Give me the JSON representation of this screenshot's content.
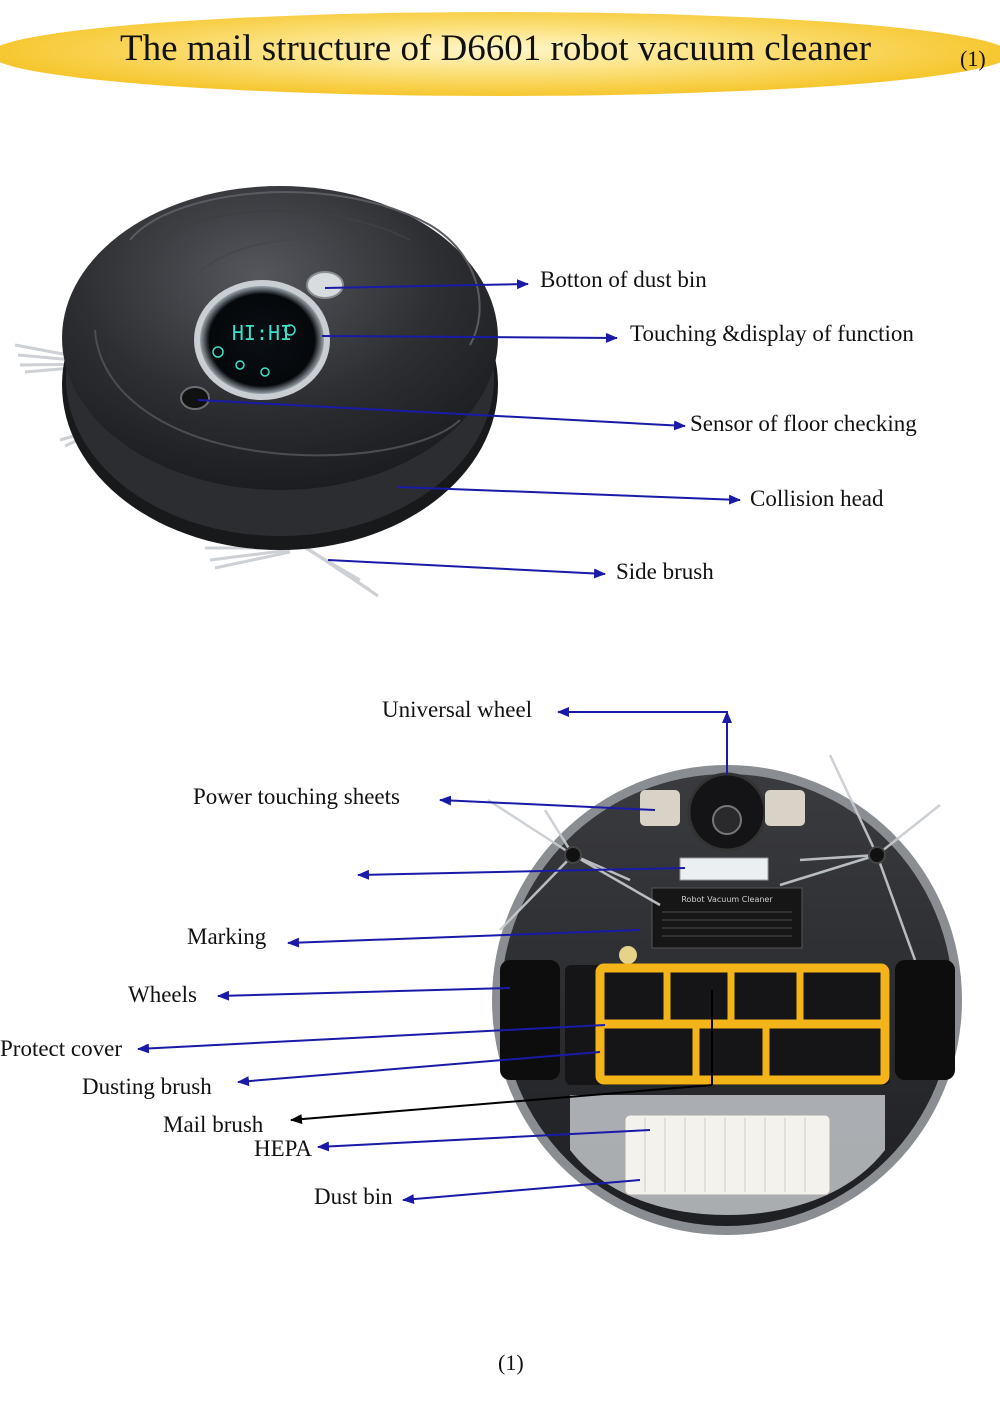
{
  "header": {
    "title": "The mail structure of D6601 robot vacuum cleaner",
    "page_marker": "(1)"
  },
  "top_view": {
    "labels": {
      "dust_bin_button": "Botton of dust bin",
      "touch_display": "Touching  &display of function",
      "floor_sensor": "Sensor of floor checking",
      "collision_head": "Collision head",
      "side_brush": "Side brush"
    },
    "display_text": "HI:HI"
  },
  "bottom_view": {
    "labels": {
      "universal_wheel": "Universal wheel",
      "power_touching_sheets": "Power touching sheets",
      "marking": "Marking",
      "wheels": "Wheels",
      "protect_cover": "Protect cover",
      "dusting_brush": "Dusting brush",
      "mail_brush": "Mail brush",
      "hepa": "HEPA",
      "dust_bin": "Dust bin"
    },
    "nameplate": "Robot Vacuum Cleaner"
  },
  "footer": {
    "page_number": "(1)"
  },
  "colors": {
    "arrow": "#1a1aa8",
    "banner": "#f6c730",
    "robot_body": "#2a2b2e",
    "brush_frame": "#f2b418",
    "display_glow": "#3fe0c8"
  }
}
